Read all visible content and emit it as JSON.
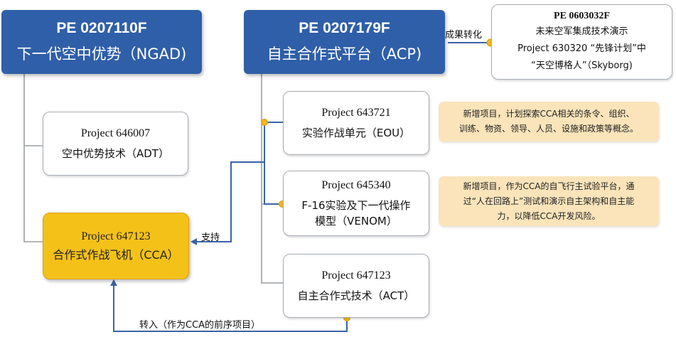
{
  "pe_ngad": {
    "code": "PE 0207110F",
    "name": "下一代空中优势（NGAD)"
  },
  "pe_acp": {
    "code": "PE 0207179F",
    "name": "自主合作式平台（ACP)"
  },
  "pe_future": {
    "code": "PE 0603032F",
    "line1": "未来空军集成技术演示",
    "line2": "Project 630320 “先锋计划”中",
    "line3": "“天空博格人”（Skyborg)"
  },
  "proj_adt": {
    "code": "Project 646007",
    "name": "空中优势技术（ADT）"
  },
  "proj_eou": {
    "code": "Project 643721",
    "name": "实验作战单元（EOU）"
  },
  "proj_venom": {
    "code": "Project 645340",
    "name1": "F-16实验及下一代操作",
    "name2": "模型（VENOM）"
  },
  "proj_act": {
    "code": "Project 647123",
    "name": "自主合作式技术（ACT）"
  },
  "proj_cca": {
    "code": "Project 647123",
    "name": "合作式作战飞机（CCA）"
  },
  "note_eou": {
    "line1": "新增项目，计划探索CCA相关的条令、组织、",
    "line2": "训练、物资、领导、人员、设施和政策等概念。"
  },
  "note_venom": {
    "line1": "新增项目，作为CCA的自飞行主试验平台，通",
    "line2": "过“人在回路上”测试和演示自主架构和自主能",
    "line3": "力，以降低CCA开发风险。"
  },
  "labels": {
    "transform": "成果转化",
    "support": "支持",
    "transfer": "转入（作为CCA的前序项目）"
  },
  "colors": {
    "pe_blue": "#2f5fa8",
    "cca_yellow": "#f4c119",
    "note_orange": "#fbe4ba",
    "connector_gray": "#9a9ea4",
    "connector_blue": "#3a63a8",
    "dot_yellow": "#f2b51c"
  }
}
